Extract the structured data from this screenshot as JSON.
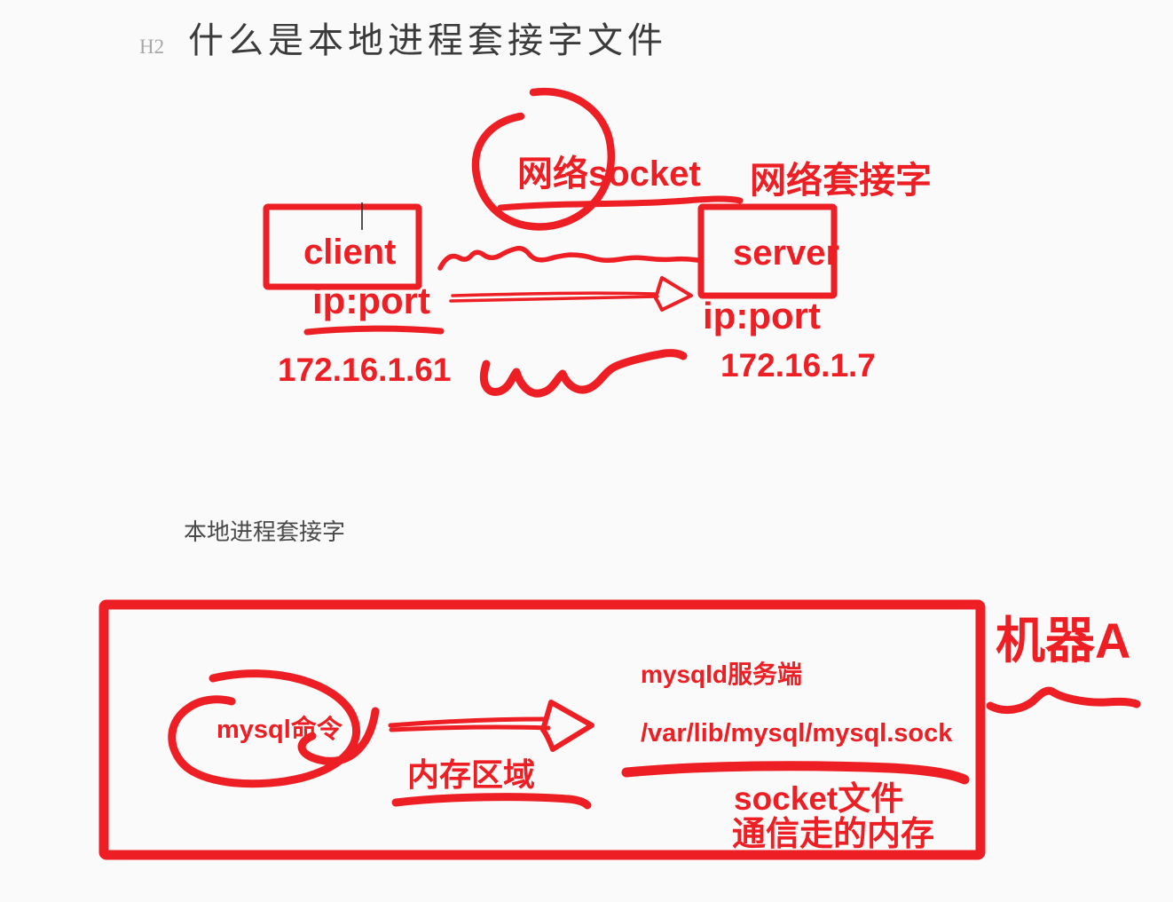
{
  "colors": {
    "accent_red": "#ED1F24",
    "background": "#FAFAFA",
    "heading_text": "#3b3b3b",
    "muted_badge": "#a8a8a8",
    "body_text": "#4a4a4a"
  },
  "heading": {
    "level_label": "H2",
    "title": "什么是本地进程套接字文件"
  },
  "network_diagram": {
    "circled_label": "网络socket",
    "alias_label": "网络套接字",
    "client": {
      "name": "client",
      "endpoint": "ip:port",
      "ip": "172.16.1.61"
    },
    "server": {
      "name": "server",
      "endpoint": "ip:port",
      "ip": "172.16.1.7"
    }
  },
  "local_diagram": {
    "caption": "本地进程套接字",
    "machine_label": "机器A",
    "client_label": "mysql命令",
    "memory_label": "内存区域",
    "server_label": "mysqld服务端",
    "socket_path": "/var/lib/mysql/mysql.sock",
    "note_line1": "socket文件",
    "note_line2": "通信走的内存"
  }
}
